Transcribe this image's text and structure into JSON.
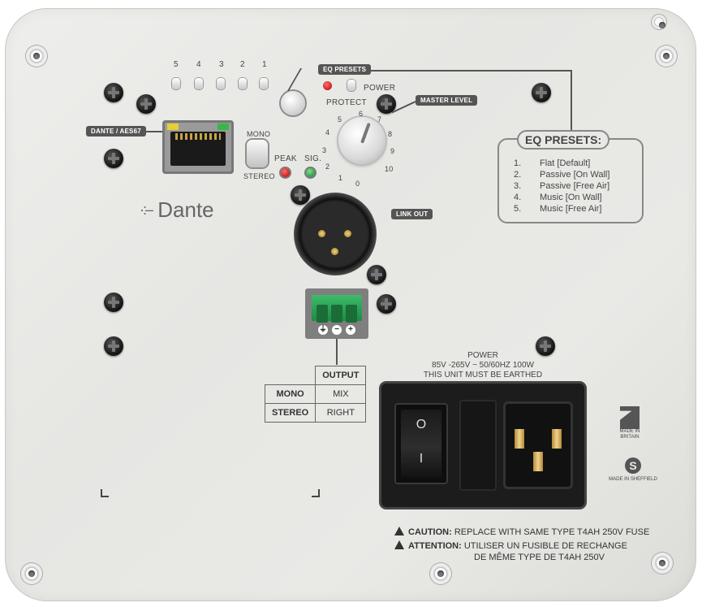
{
  "leds": {
    "numbers": [
      "5",
      "4",
      "3",
      "2",
      "1"
    ]
  },
  "tags": {
    "eq_presets": "EQ PRESETS",
    "master_level": "MASTER LEVEL",
    "dante_aes67": "DANTE / AES67",
    "link_out": "LINK OUT"
  },
  "protect_power": {
    "protect": "PROTECT",
    "power": "POWER"
  },
  "mono_stereo": {
    "mono": "MONO",
    "stereo": "STEREO"
  },
  "signal_leds": {
    "peak": "PEAK",
    "sig": "SIG."
  },
  "dial_scale": [
    "0",
    "1",
    "2",
    "3",
    "4",
    "5",
    "6",
    "7",
    "8",
    "9",
    "10"
  ],
  "dante_logo": "Dante",
  "eq_box": {
    "title": "EQ PRESETS:",
    "items": [
      {
        "num": "1.",
        "label": "Flat [Default]"
      },
      {
        "num": "2.",
        "label": "Passive [On Wall]"
      },
      {
        "num": "3.",
        "label": "Passive [Free Air]"
      },
      {
        "num": "4.",
        "label": "Music [On Wall]"
      },
      {
        "num": "5.",
        "label": "Music [Free Air]"
      }
    ]
  },
  "output_table": {
    "header": "OUTPUT",
    "rows": [
      {
        "mode": "MONO",
        "value": "MIX"
      },
      {
        "mode": "STEREO",
        "value": "RIGHT"
      }
    ]
  },
  "power": {
    "title": "POWER",
    "spec": "85V -265V ~ 50/60HZ  100W",
    "earth": "THIS UNIT MUST BE EARTHED"
  },
  "rocker": {
    "off": "O",
    "on": "I"
  },
  "badges": {
    "made_in_britain": "MADE IN BRITAIN",
    "made_in_sheffield": "MADE IN SHEFFIELD"
  },
  "caution": {
    "label": "CAUTION:",
    "text": "REPLACE WITH SAME TYPE T4AH 250V FUSE",
    "attention_label": "ATTENTION:",
    "attention_text": "UTILISER UN FUSIBLE DE RECHANGE",
    "attention_text2": "DE MÊME TYPE DE T4AH 250V"
  },
  "colors": {
    "panel": "#e8e8e5",
    "led_red": "#d21f1f",
    "led_green": "#1f9a3d",
    "terminal_green": "#2aa85a"
  }
}
